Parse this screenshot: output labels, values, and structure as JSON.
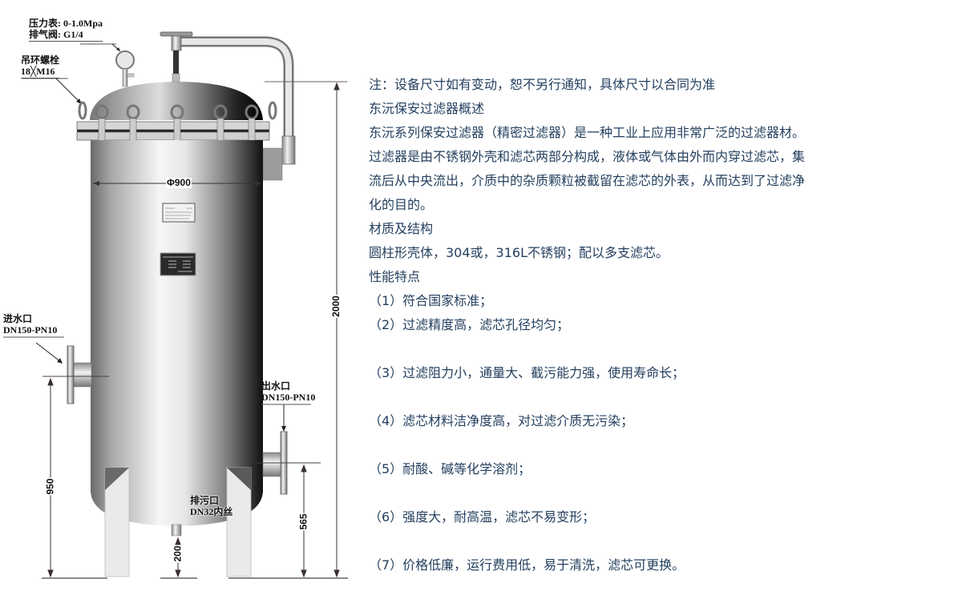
{
  "diagram": {
    "labels": {
      "pressure_gauge": "压力表: 0-1.0Mpa",
      "vent_valve": "排气阀: G1/4",
      "eye_bolt_title": "吊环螺栓",
      "eye_bolt_spec": "18╳M16",
      "inlet_title": "进水口",
      "inlet_spec": "DN150-PN10",
      "outlet_title": "出水口",
      "outlet_spec": "DN150-PN10",
      "drain_title": "排污口",
      "drain_spec": "DN32内丝"
    },
    "dimensions": {
      "diameter": "Φ900",
      "total_height": "2000",
      "inlet_height": "950",
      "outlet_height": "565",
      "drain_height": "200"
    },
    "colors": {
      "shell_light": "#f4f4f4",
      "shell_dark": "#1a1a1a",
      "dimension_line": "#4a4040",
      "leg": "#e8e8e8"
    }
  },
  "description": {
    "note": "注：设备尺寸如有变动，恕不另行通知，具体尺寸以合同为准",
    "overview_heading": "东沅保安过滤器概述",
    "overview_lines": [
      "东沅系列保安过滤器（精密过滤器）是一种工业上应用非常广泛的过滤器材。",
      "过滤器是由不锈钢外壳和滤芯两部分构成，液体或气体由外而内穿过滤芯，集",
      "流后从中央流出，介质中的杂质颗粒被截留在滤芯的外表，从而达到了过滤净",
      "化的目的。"
    ],
    "material_heading": "材质及结构",
    "material_text": "圆柱形壳体，304或，316L不锈钢；配以多支滤芯。",
    "features_heading": "性能特点",
    "features": [
      "（1）符合国家标准；",
      "（2）过滤精度高，滤芯孔径均匀；",
      "（3）过滤阻力小，通量大、截污能力强，使用寿命长；",
      "（4）滤芯材料洁净度高，对过滤介质无污染；",
      "（5）耐酸、碱等化学溶剂；",
      "（6）强度大，耐高温，滤芯不易变形；",
      "（7）价格低廉，运行费用低，易于清洗，滤芯可更换。"
    ],
    "text_color": "#24405f"
  }
}
